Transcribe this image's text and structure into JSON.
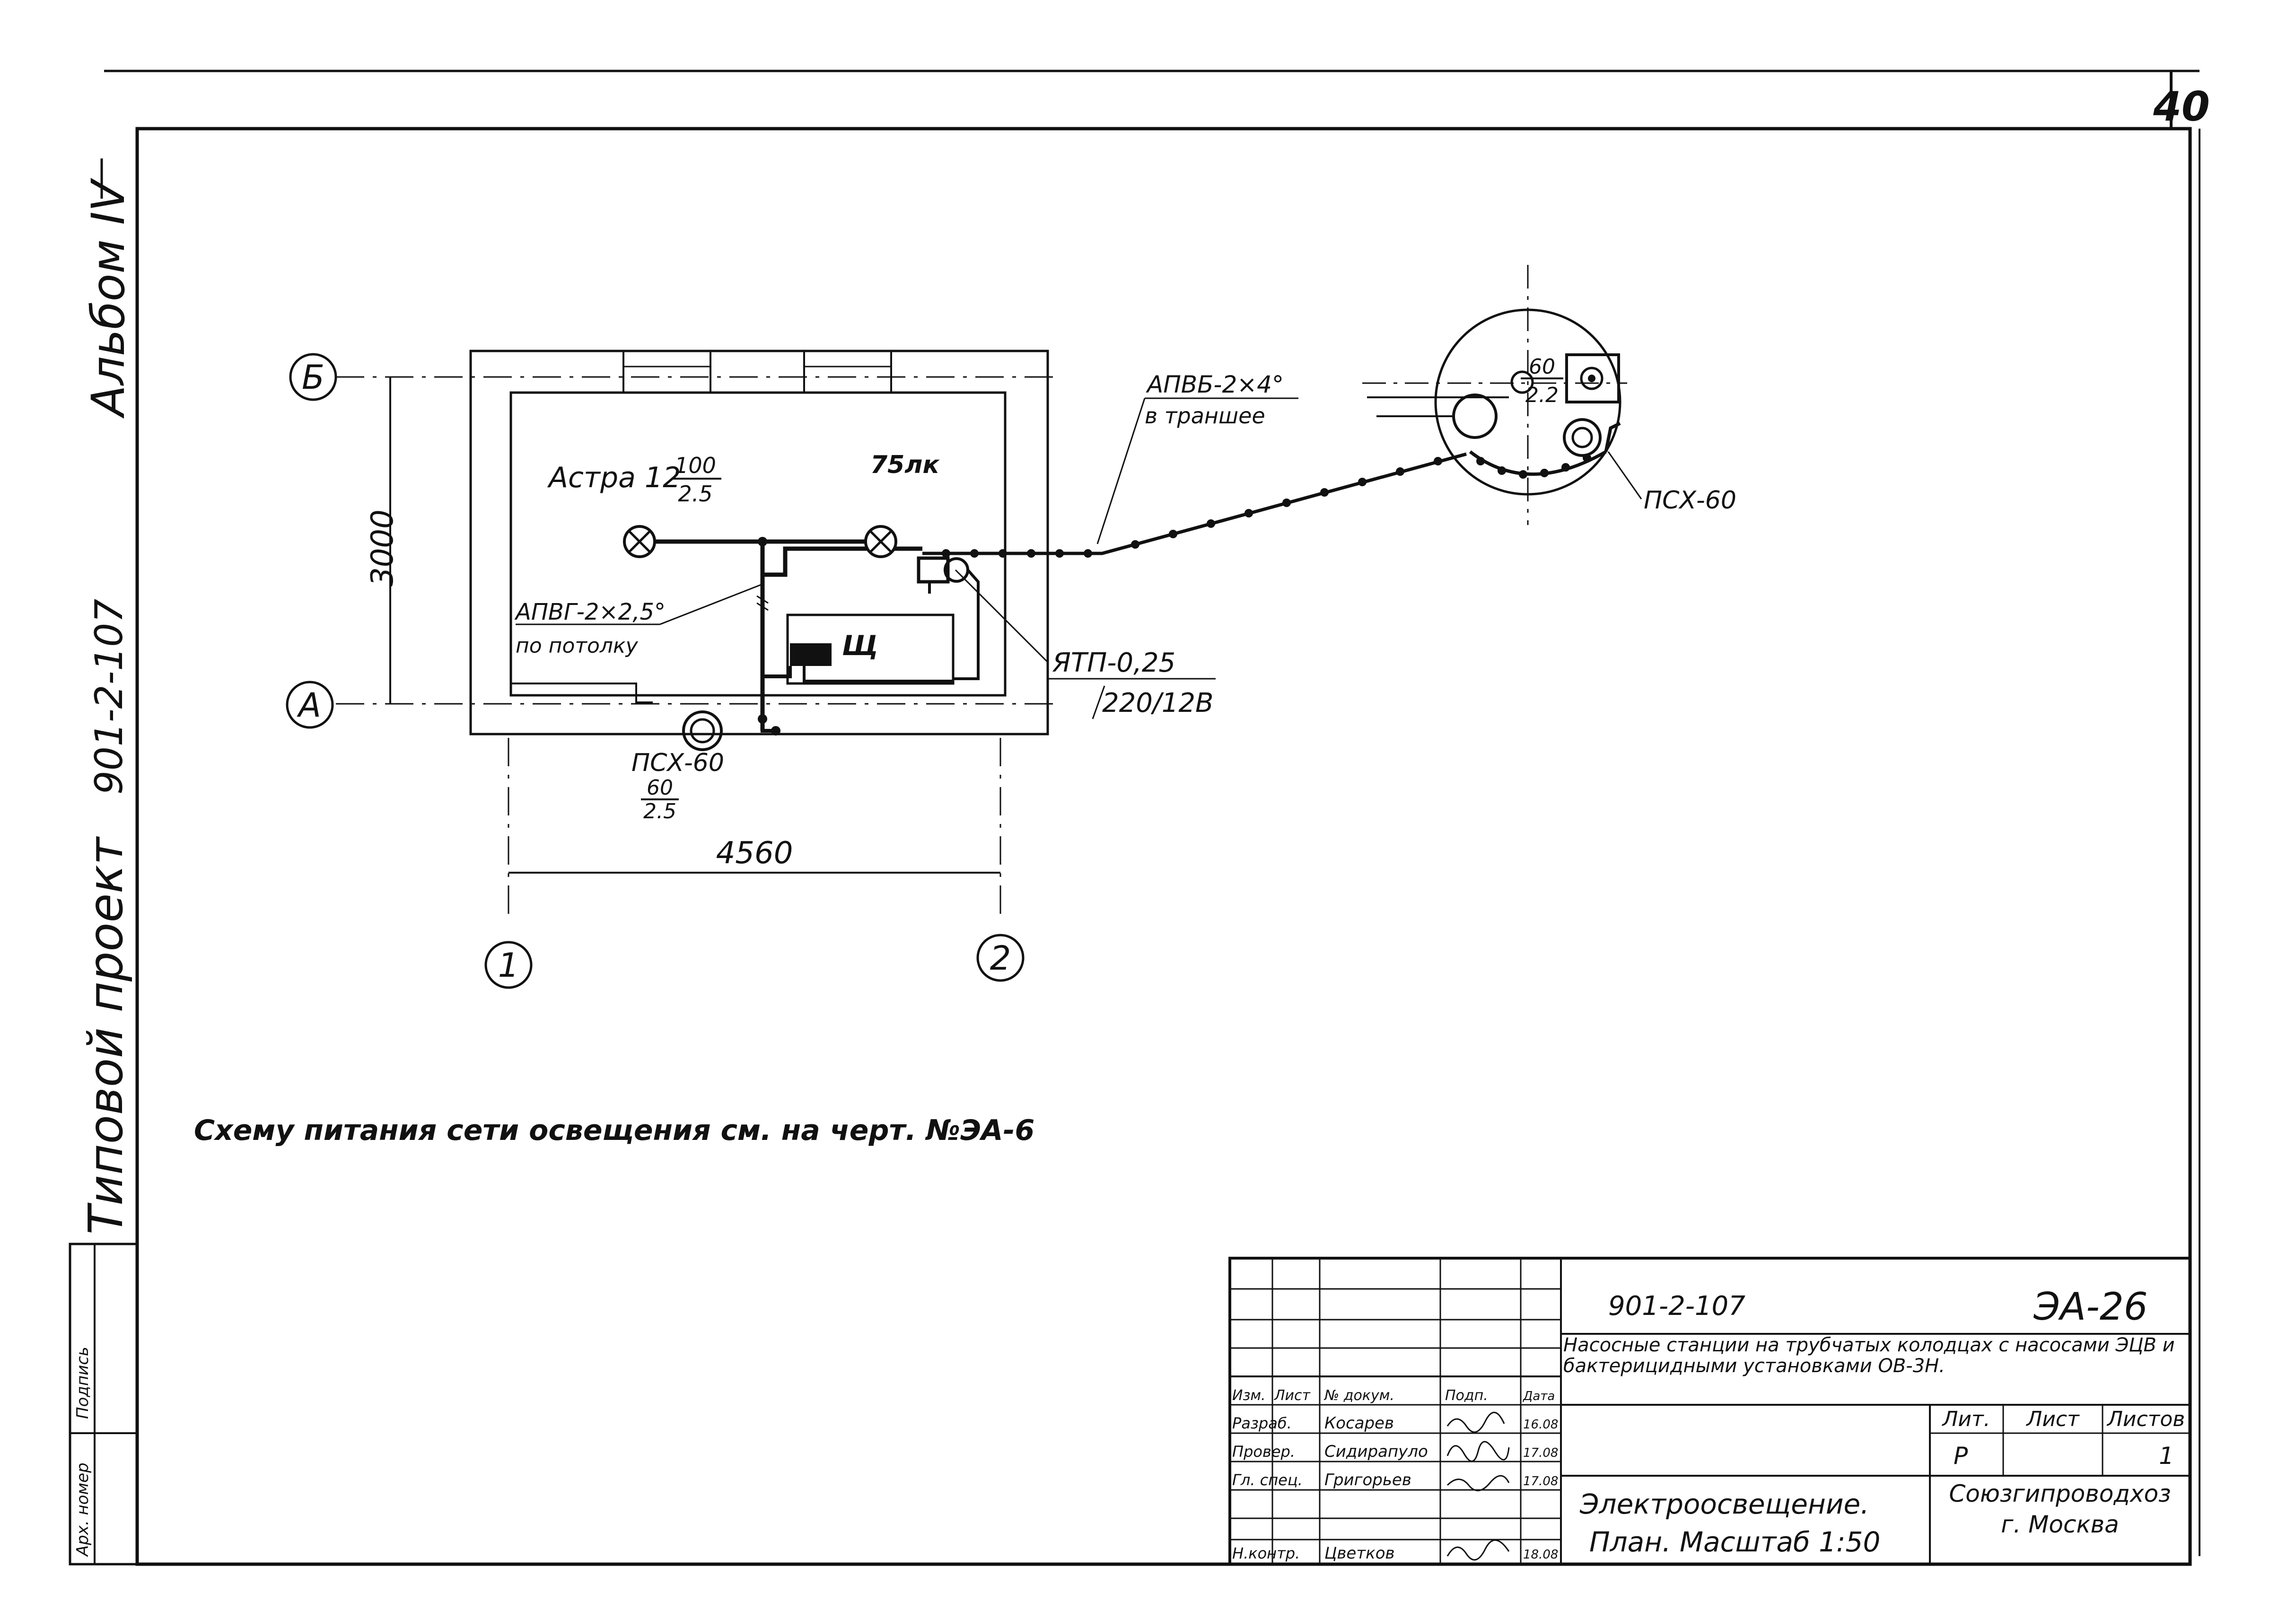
{
  "sheet_number": "40",
  "side_labels": {
    "album": "Альбом IV",
    "project_code": "901-2-107",
    "typical_project": "Типовой проект"
  },
  "plan": {
    "axis_b": "Б",
    "axis_a": "А",
    "axis_1": "1",
    "axis_2": "2",
    "dim_vertical": "3000",
    "dim_horizontal": "4560",
    "lamp_label": "Астра 12",
    "lamp_num": "100",
    "lamp_den": "2.5",
    "lux": "75лк",
    "cable_inside": "АПВГ-2×2,5°",
    "cable_inside_note": "по потолку",
    "panel": "Щ",
    "transformer": "ЯТП-0,25",
    "transformer_voltage": "220/12В",
    "fixture_bottom": "ПСХ-60",
    "fixture_bottom_num": "60",
    "fixture_bottom_den": "2.5",
    "cable_outside": "АПВБ-2×4°",
    "cable_outside_note": "в траншее",
    "well_fixture_num": "60",
    "well_fixture_den": "2.2",
    "well_fixture": "ПСХ-60"
  },
  "note": "Схему питания сети освещения см. на черт. №ЭА-6",
  "title_block": {
    "code": "901-2-107",
    "sheet_code": "ЭА-26",
    "description": "Насосные станции на трубчатых колодцах с насосами ЭЦВ и бактерицидными установками ОВ-3Н.",
    "col_izm": "Изм.",
    "col_list": "Лист",
    "col_doc": "№ докум.",
    "col_sign": "Подп.",
    "col_date": "Дата",
    "role1": "Разраб.",
    "name1": "Косарев",
    "date1": "16.08",
    "role2": "Провер.",
    "name2": "Сидирапуло",
    "date2": "17.08",
    "role3": "Гл. спец.",
    "name3": "Григорьев",
    "date3": "17.08",
    "role4": "Н.контр.",
    "name4": "Цветков",
    "date4": "18.08",
    "lit_head": "Лит.",
    "list_head": "Лист",
    "lists_head": "Листов",
    "lit_val": "Р",
    "lists_val": "1",
    "drawing_title_1": "Электроосвещение.",
    "drawing_title_2": "План. Масштаб 1:50",
    "org_1": "Союзгипроводхоз",
    "org_2": "г. Москва"
  },
  "stamp": {
    "arch_number": "Арх. номер",
    "signature": "Подпись"
  }
}
